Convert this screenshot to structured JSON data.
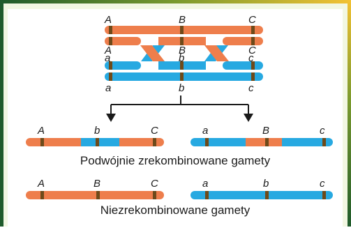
{
  "colors": {
    "orange": "#ee7e4c",
    "blue": "#27a9e1",
    "band": "#6e4a1a",
    "frame_dark": "#1f5b2c",
    "frame_light": "#f2f7e2",
    "arrow": "#1a1a1a"
  },
  "loci": {
    "parent_top": [
      "A",
      "B",
      "C"
    ],
    "parent_mid_orange": [
      "A",
      "B",
      "C"
    ],
    "parent_mid_blue": [
      "a",
      "b",
      "c"
    ],
    "parent_bottom": [
      "a",
      "b",
      "c"
    ],
    "double_recombinant_1": [
      "A",
      "b",
      "C"
    ],
    "double_recombinant_2": [
      "a",
      "B",
      "c"
    ],
    "non_recombinant_1": [
      "A",
      "B",
      "C"
    ],
    "non_recombinant_2": [
      "a",
      "b",
      "c"
    ]
  },
  "captions": {
    "double": "Podwójnie zrekombinowane gamety",
    "non": "Niezrekombinowane gamety"
  }
}
